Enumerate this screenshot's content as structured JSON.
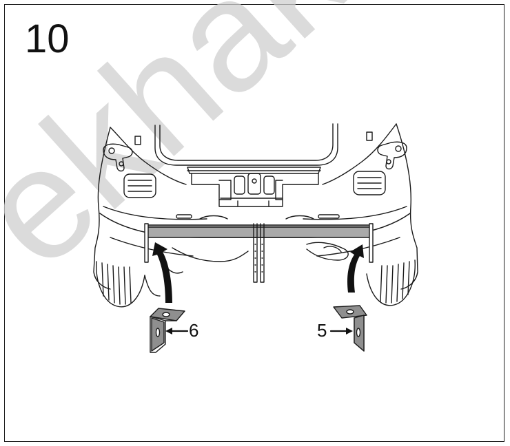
{
  "step": {
    "number": "10"
  },
  "callouts": {
    "left_bracket": "6",
    "right_bracket": "5"
  },
  "watermark": {
    "text": "ekhako",
    "color": "#c8c8c8"
  },
  "colors": {
    "line": "#1a1a1a",
    "bar_fill": "#a9a9a9",
    "background": "#ffffff"
  }
}
